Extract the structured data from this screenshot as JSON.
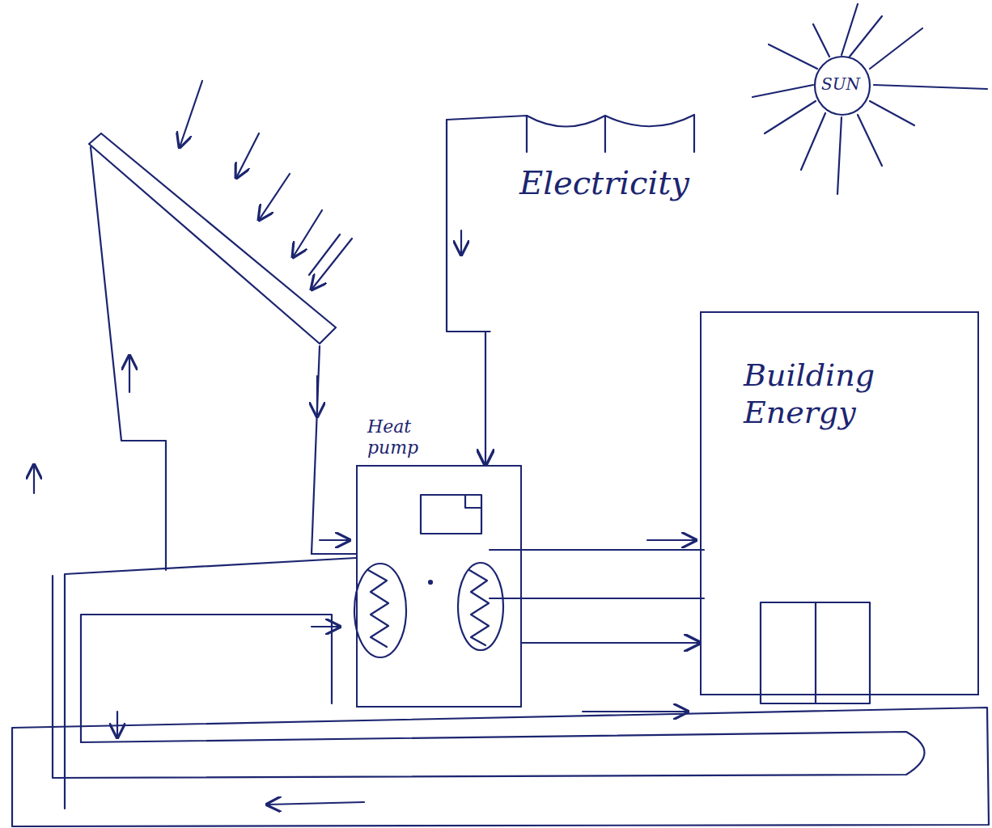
{
  "diagram": {
    "nodes": [
      {
        "text": [
          "Electricity"
        ]
      },
      {
        "text": [
          "SUN"
        ]
      },
      {
        "text": [
          "Heat pump"
        ]
      },
      {
        "text": [
          "Building Energy"
        ]
      }
    ],
    "edges": [
      {
        "from": 0,
        "to": 2,
        "arrow": "to"
      },
      {
        "from": 2,
        "to": 3,
        "arrow": "to"
      }
    ]
  }
}
